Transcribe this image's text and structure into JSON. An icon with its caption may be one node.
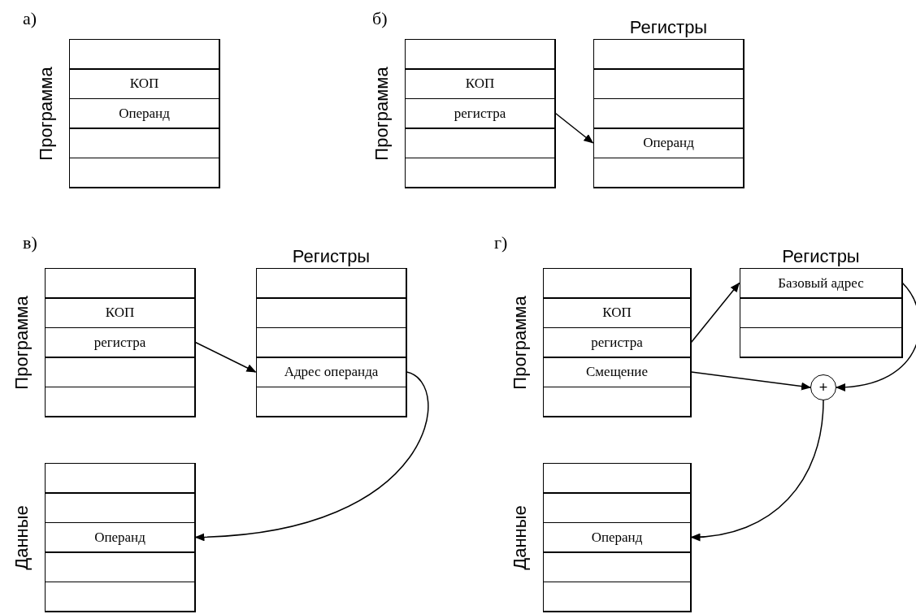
{
  "diagram": {
    "nodes": [
      {
        "text": [
          "Программа"
        ]
      },
      {
        "text": [],
        "shape": "box",
        "in": 0
      },
      {
        "text": [
          "КОП"
        ],
        "in": 0
      },
      {
        "text": [
          "Операнд"
        ],
        "in": 0
      },
      {
        "text": [],
        "shape": "box",
        "in": 0
      },
      {
        "text": [],
        "shape": "box",
        "in": 0
      },
      {
        "text": [
          "Программа"
        ]
      },
      {
        "text": [],
        "shape": "box",
        "in": 6
      },
      {
        "text": [
          "КОП"
        ],
        "in": 6
      },
      {
        "text": [
          "регистра"
        ],
        "in": 6
      },
      {
        "text": [],
        "shape": "box",
        "in": 6
      },
      {
        "text": [],
        "shape": "box",
        "in": 6
      },
      {
        "text": [
          "Регистры"
        ]
      },
      {
        "text": [],
        "shape": "box",
        "in": 12
      },
      {
        "text": [],
        "shape": "box",
        "in": 12
      },
      {
        "text": [],
        "shape": "box",
        "in": 12
      },
      {
        "text": [
          "Операнд"
        ],
        "in": 12
      },
      {
        "text": [],
        "shape": "box",
        "in": 12
      },
      {
        "text": [
          "Программа"
        ]
      },
      {
        "text": [],
        "shape": "box",
        "in": 18
      },
      {
        "text": [
          "КОП"
        ],
        "in": 18
      },
      {
        "text": [
          "регистра"
        ],
        "in": 18
      },
      {
        "text": [],
        "shape": "box",
        "in": 18
      },
      {
        "text": [],
        "shape": "box",
        "in": 18
      },
      {
        "text": [
          "Регистры"
        ]
      },
      {
        "text": [],
        "shape": "box",
        "in": 24
      },
      {
        "text": [],
        "shape": "box",
        "in": 24
      },
      {
        "text": [],
        "shape": "box",
        "in": 24
      },
      {
        "text": [
          "Адрес операнда"
        ],
        "in": 24
      },
      {
        "text": [],
        "shape": "box",
        "in": 24
      },
      {
        "text": [
          "Программа"
        ]
      },
      {
        "text": [],
        "shape": "box",
        "in": 30
      },
      {
        "text": [
          "КОП"
        ],
        "in": 30
      },
      {
        "text": [
          "регистра"
        ],
        "in": 30
      },
      {
        "text": [
          "Смещение"
        ],
        "in": 30
      },
      {
        "text": [],
        "shape": "box",
        "in": 30
      },
      {
        "text": [
          "Регистры"
        ]
      },
      {
        "text": [
          "Базовый адрес"
        ],
        "in": 36
      },
      {
        "text": [],
        "shape": "box",
        "in": 36
      },
      {
        "text": [],
        "shape": "box",
        "in": 36
      },
      {
        "text": [
          "+"
        ]
      },
      {
        "text": [
          "Данные"
        ]
      },
      {
        "text": [],
        "shape": "box",
        "in": 41
      },
      {
        "text": [],
        "shape": "box",
        "in": 41
      },
      {
        "text": [
          "Операнд"
        ],
        "in": 41
      },
      {
        "text": [],
        "shape": "box",
        "in": 41
      },
      {
        "text": [],
        "shape": "box",
        "in": 41
      },
      {
        "text": [
          "Данные"
        ]
      },
      {
        "text": [],
        "shape": "box",
        "in": 47
      },
      {
        "text": [],
        "shape": "box",
        "in": 47
      },
      {
        "text": [
          "Операнд"
        ],
        "in": 47
      },
      {
        "text": [],
        "shape": "box",
        "in": 47
      },
      {
        "text": [],
        "shape": "box",
        "in": 47
      }
    ],
    "edges": [
      {
        "from": 9,
        "to": 16,
        "arrow": "to"
      },
      {
        "from": 21,
        "to": 28,
        "arrow": "to"
      },
      {
        "from": 28,
        "to": 44,
        "arrow": "to"
      },
      {
        "from": 33,
        "to": 37,
        "arrow": "to"
      },
      {
        "from": 34,
        "to": 40,
        "arrow": "to"
      },
      {
        "from": 37,
        "to": 40,
        "arrow": "to"
      },
      {
        "from": 40,
        "to": 50,
        "arrow": "to"
      }
    ],
    "labels": [
      "а)",
      "б)",
      "в)",
      "г)"
    ]
  }
}
